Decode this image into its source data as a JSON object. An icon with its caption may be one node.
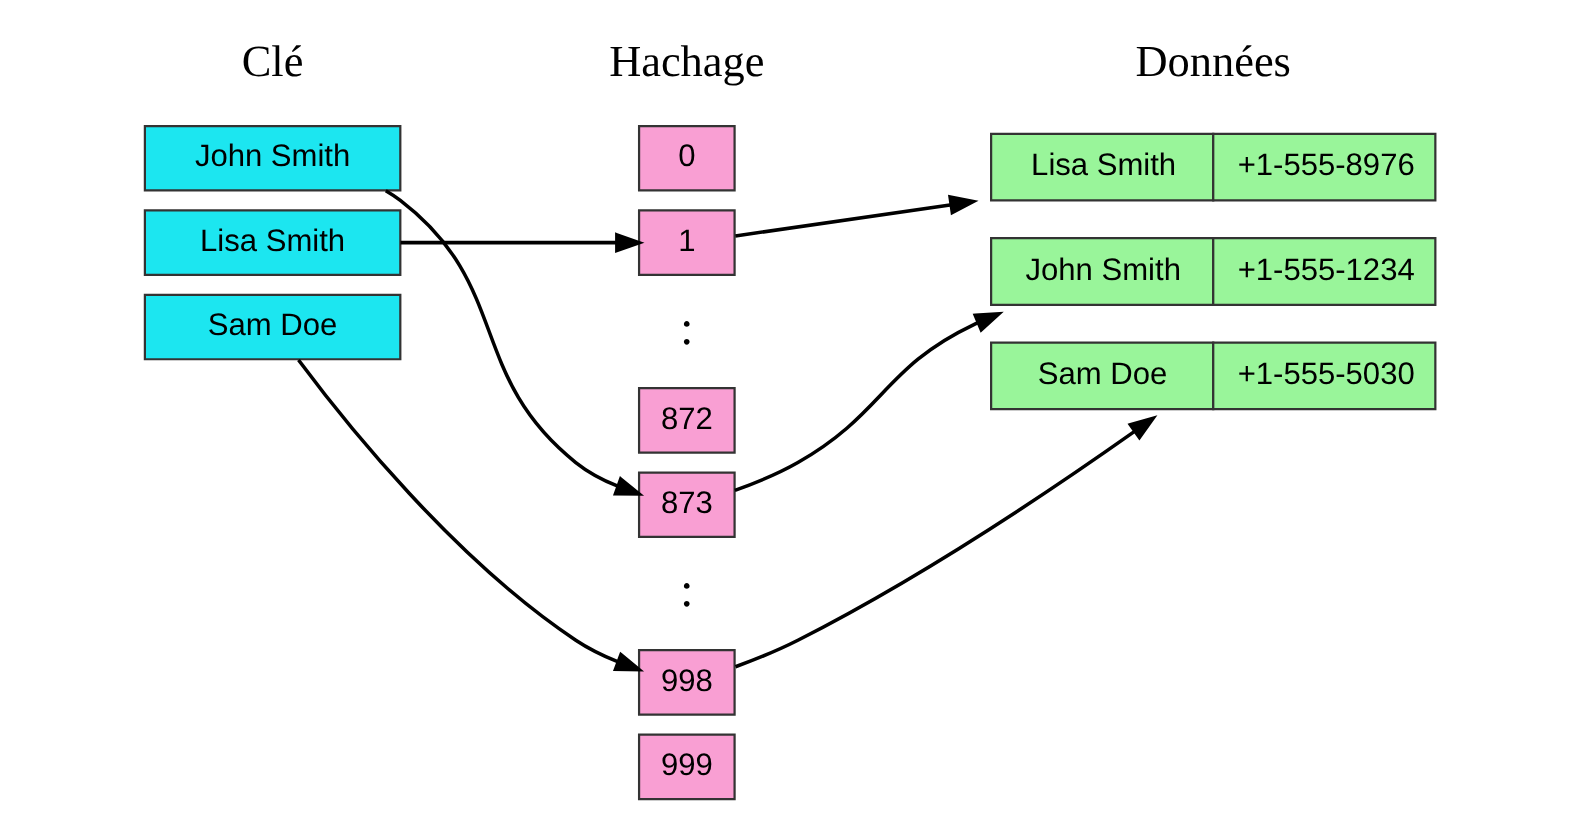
{
  "diagram": {
    "nodes": [
      {
        "text": [
          "John Smith"
        ]
      },
      {
        "text": [
          "Lisa Smith"
        ]
      },
      {
        "text": [
          "Sam Doe"
        ]
      },
      {
        "text": [
          "0"
        ]
      },
      {
        "text": [
          "1"
        ]
      },
      {
        "text": [
          "872"
        ]
      },
      {
        "text": [
          "873"
        ]
      },
      {
        "text": [
          "998"
        ]
      },
      {
        "text": [
          "999"
        ]
      },
      {
        "text": [
          "Lisa Smith",
          "+1-555-8976"
        ]
      },
      {
        "text": [
          "John Smith",
          "+1-555-1234"
        ]
      },
      {
        "text": [
          "Sam Doe",
          "+1-555-5030"
        ]
      }
    ],
    "edges": [
      {
        "from": 0,
        "to": 6,
        "arrow": "to"
      },
      {
        "from": 1,
        "to": 4,
        "arrow": "to"
      },
      {
        "from": 2,
        "to": 7,
        "arrow": "to"
      },
      {
        "from": 4,
        "to": 9,
        "arrow": "to"
      },
      {
        "from": 6,
        "to": 10,
        "arrow": "to"
      },
      {
        "from": 7,
        "to": 11,
        "arrow": "to"
      }
    ],
    "labels": [
      "Clé",
      "Hachage",
      "Données",
      ":",
      ":"
    ]
  }
}
